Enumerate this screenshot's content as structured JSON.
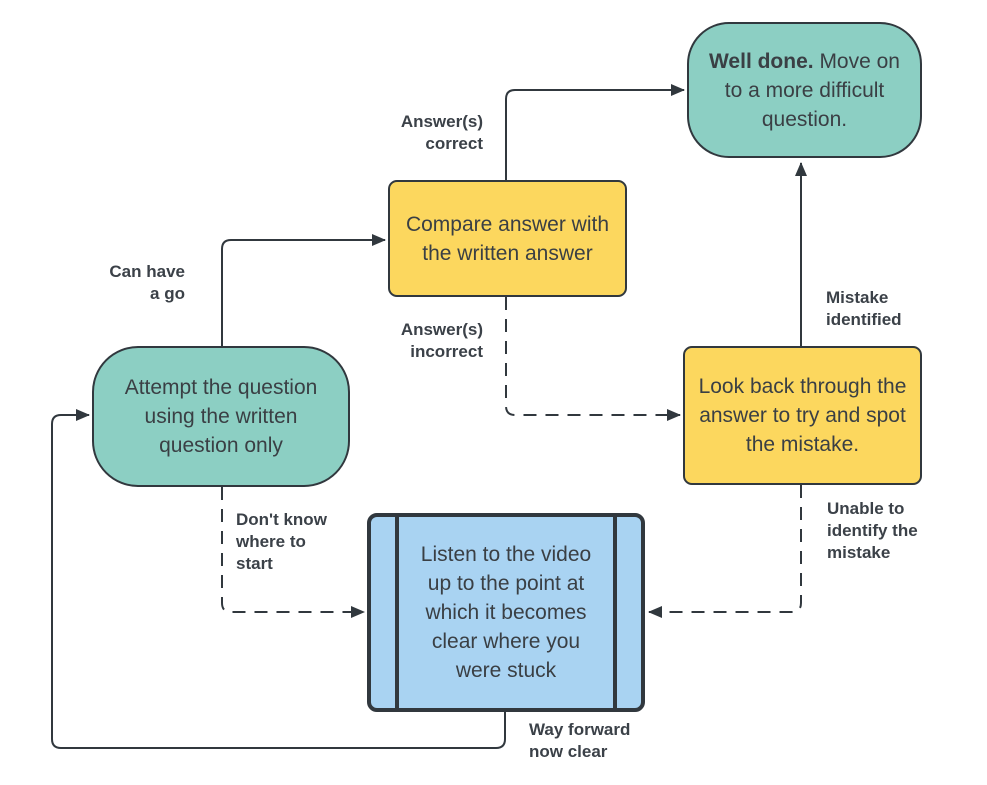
{
  "title": "study-method-flowchart",
  "colors": {
    "teal": "#8ccfc3",
    "yellow": "#fcd75e",
    "blue": "#a9d3f2",
    "stroke": "#31383e",
    "box_text": "#3a3f44",
    "label_text": "#3b4148",
    "background": "#ffffff"
  },
  "nodes": {
    "well_done": {
      "bold_text": "Well done.",
      "text": " Move on to a more difficult question."
    },
    "compare": {
      "text": "Compare answer with the written answer"
    },
    "attempt": {
      "text": "Attempt the question using the written question only"
    },
    "look_back": {
      "text": "Look back through the answer to try and spot the mistake."
    },
    "listen": {
      "text": "Listen to the video up to the point at which it becomes clear where you were stuck"
    }
  },
  "edge_labels": {
    "can_have_a_go": "Can have\na go",
    "answers_correct": "Answer(s)\ncorrect",
    "answers_incorrect": "Answer(s)\nincorrect",
    "mistake_identified": "Mistake\nidentified",
    "dont_know_where_to_start": "Don't know\nwhere to\nstart",
    "unable_to_identify": "Unable to\nidentify the\nmistake",
    "way_forward_now_clear": "Way forward\nnow clear"
  }
}
